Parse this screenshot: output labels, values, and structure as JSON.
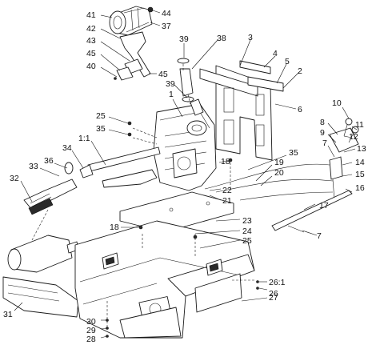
{
  "callouts": [
    {
      "id": "c41",
      "text": "41"
    },
    {
      "id": "c44",
      "text": "44"
    },
    {
      "id": "c37",
      "text": "37"
    },
    {
      "id": "c42",
      "text": "42"
    },
    {
      "id": "c43",
      "text": "43"
    },
    {
      "id": "c45a",
      "text": "45"
    },
    {
      "id": "c40",
      "text": "40"
    },
    {
      "id": "c45b",
      "text": "45"
    },
    {
      "id": "c39a",
      "text": "39"
    },
    {
      "id": "c38",
      "text": "38"
    },
    {
      "id": "c3",
      "text": "3"
    },
    {
      "id": "c4",
      "text": "4"
    },
    {
      "id": "c5",
      "text": "5"
    },
    {
      "id": "c2",
      "text": "2"
    },
    {
      "id": "c39b",
      "text": "39"
    },
    {
      "id": "c1",
      "text": "1"
    },
    {
      "id": "c6",
      "text": "6"
    },
    {
      "id": "c10",
      "text": "10"
    },
    {
      "id": "c25a",
      "text": "25"
    },
    {
      "id": "c35a",
      "text": "35"
    },
    {
      "id": "c8",
      "text": "8"
    },
    {
      "id": "c11",
      "text": "11"
    },
    {
      "id": "c12",
      "text": "12"
    },
    {
      "id": "c9",
      "text": "9"
    },
    {
      "id": "c1_1",
      "text": "1:1"
    },
    {
      "id": "c7a",
      "text": "7"
    },
    {
      "id": "c13",
      "text": "13"
    },
    {
      "id": "c34",
      "text": "34"
    },
    {
      "id": "c36",
      "text": "36"
    },
    {
      "id": "c35b",
      "text": "35"
    },
    {
      "id": "c14",
      "text": "14"
    },
    {
      "id": "c18a",
      "text": "18"
    },
    {
      "id": "c19",
      "text": "19"
    },
    {
      "id": "c33",
      "text": "33"
    },
    {
      "id": "c15",
      "text": "15"
    },
    {
      "id": "c20",
      "text": "20"
    },
    {
      "id": "c32",
      "text": "32"
    },
    {
      "id": "c22",
      "text": "22"
    },
    {
      "id": "c21",
      "text": "21"
    },
    {
      "id": "c16",
      "text": "16"
    },
    {
      "id": "c17",
      "text": "17"
    },
    {
      "id": "c18b",
      "text": "18"
    },
    {
      "id": "c23",
      "text": "23"
    },
    {
      "id": "c24",
      "text": "24"
    },
    {
      "id": "c7b",
      "text": "7"
    },
    {
      "id": "c25b",
      "text": "25"
    },
    {
      "id": "c26_1",
      "text": "26:1"
    },
    {
      "id": "c26",
      "text": "26"
    },
    {
      "id": "c27",
      "text": "27"
    },
    {
      "id": "c31",
      "text": "31"
    },
    {
      "id": "c30",
      "text": "30"
    },
    {
      "id": "c29",
      "text": "29"
    },
    {
      "id": "c28",
      "text": "28"
    }
  ]
}
